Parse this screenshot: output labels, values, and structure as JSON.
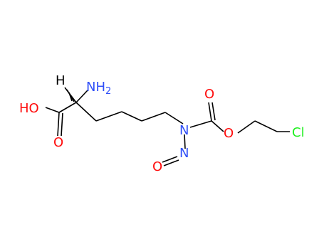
{
  "colors": {
    "bond": "#000000",
    "oxygen": "#ff0d0d",
    "nitrogen": "#3050f8",
    "chlorine": "#1ff01f",
    "hydrogen": "#000000"
  },
  "labels": {
    "hydrogen": "H",
    "amino_main": "NH",
    "amino_sub": "2",
    "hydroxyl": "HO",
    "carbonyl_oxygen_left": "O",
    "amide_nitrogen": "N",
    "carbonyl_oxygen_right": "O",
    "ester_oxygen": "O",
    "nitroso_nitrogen": "N",
    "nitroso_oxygen": "O",
    "chlorine": "Cl"
  }
}
